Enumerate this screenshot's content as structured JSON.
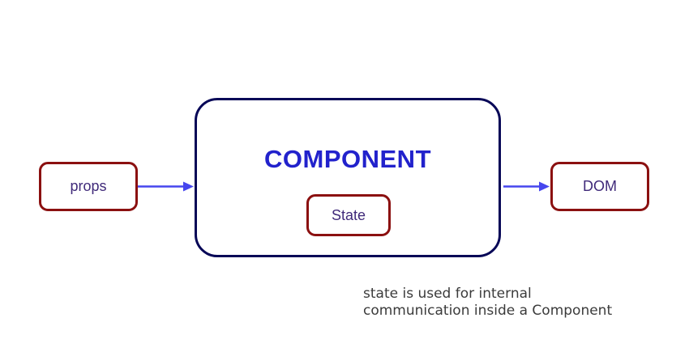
{
  "diagram": {
    "component": {
      "label": "COMPONENT"
    },
    "props": {
      "label": "props"
    },
    "state": {
      "label": "State"
    },
    "dom": {
      "label": "DOM"
    },
    "caption": {
      "line1": "state is used for internal",
      "line2": "communication inside a Component"
    }
  },
  "colors": {
    "red_box_border": "#8b1010",
    "component_border": "#070757",
    "component_text": "#2222cc",
    "label_text": "#402a7a",
    "arrow": "#4646ee",
    "caption_text": "#3b3b3b"
  }
}
